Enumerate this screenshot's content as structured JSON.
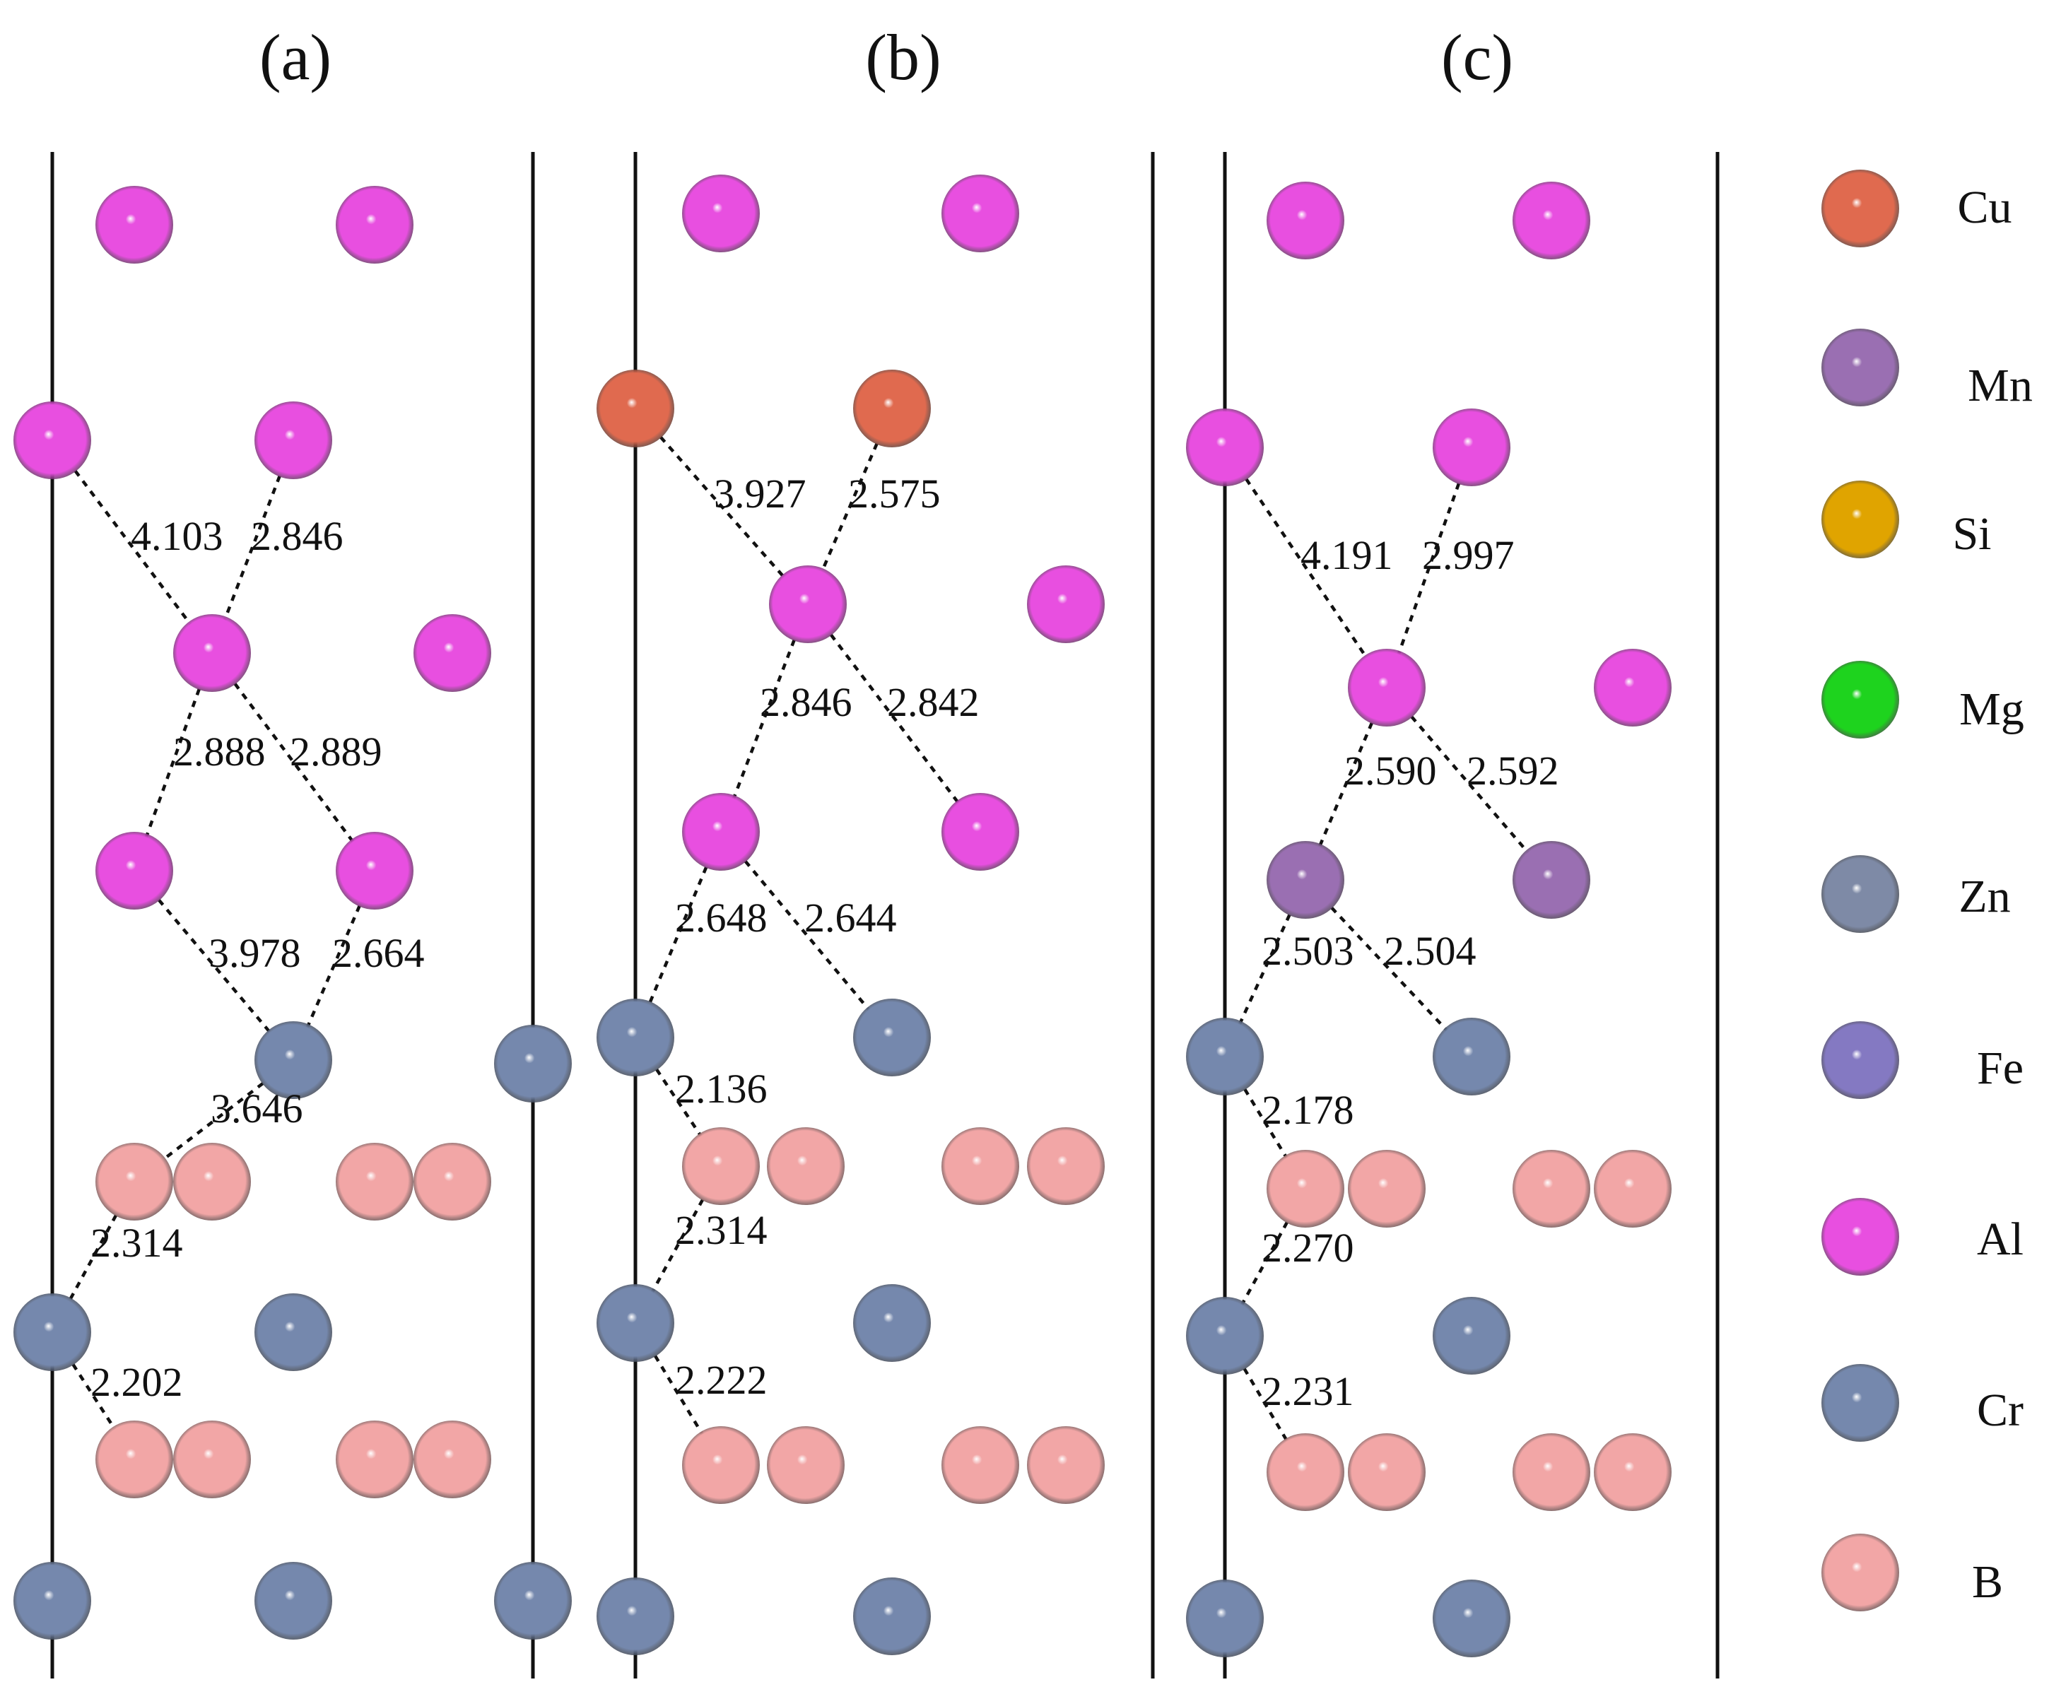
{
  "colors": {
    "Cu": "#e06a4f",
    "Mn": "#9a6fb2",
    "Si": "#e0a400",
    "Mg": "#1ed31e",
    "Zn": "#7e8aa6",
    "Fe": "#8479c2",
    "Al": "#e84fe0",
    "Cr": "#7588ad",
    "B": "#f2a6a6"
  },
  "panels": [
    {
      "label": "(a)",
      "atoms": [
        {
          "el": "Al"
        },
        {
          "el": "Al"
        },
        {
          "el": "Al"
        },
        {
          "el": "Al"
        },
        {
          "el": "Al"
        },
        {
          "el": "Al"
        },
        {
          "el": "Al"
        },
        {
          "el": "Al"
        },
        {
          "el": "Cr"
        },
        {
          "el": "Cr"
        },
        {
          "el": "B"
        },
        {
          "el": "B"
        },
        {
          "el": "B"
        },
        {
          "el": "B"
        },
        {
          "el": "Cr"
        },
        {
          "el": "Cr"
        },
        {
          "el": "B"
        },
        {
          "el": "B"
        },
        {
          "el": "B"
        },
        {
          "el": "B"
        },
        {
          "el": "Cr"
        },
        {
          "el": "Cr"
        },
        {
          "el": "Cr"
        }
      ],
      "distances": [
        "4.103",
        "2.846",
        "2.888",
        "2.889",
        "3.978",
        "2.664",
        "3.646",
        "2.314",
        "2.202"
      ]
    },
    {
      "label": "(b)",
      "atoms": [
        {
          "el": "Al"
        },
        {
          "el": "Al"
        },
        {
          "el": "Cu"
        },
        {
          "el": "Cu"
        },
        {
          "el": "Al"
        },
        {
          "el": "Al"
        },
        {
          "el": "Al"
        },
        {
          "el": "Al"
        },
        {
          "el": "Cr"
        },
        {
          "el": "Cr"
        },
        {
          "el": "B"
        },
        {
          "el": "B"
        },
        {
          "el": "B"
        },
        {
          "el": "B"
        },
        {
          "el": "Cr"
        },
        {
          "el": "Cr"
        },
        {
          "el": "B"
        },
        {
          "el": "B"
        },
        {
          "el": "B"
        },
        {
          "el": "B"
        },
        {
          "el": "Cr"
        },
        {
          "el": "Cr"
        }
      ],
      "distances": [
        "3.927",
        "2.575",
        "2.846",
        "2.842",
        "2.648",
        "2.644",
        "2.136",
        "2.314",
        "2.222"
      ]
    },
    {
      "label": "(c)",
      "atoms": [
        {
          "el": "Al"
        },
        {
          "el": "Al"
        },
        {
          "el": "Al"
        },
        {
          "el": "Al"
        },
        {
          "el": "Al"
        },
        {
          "el": "Al"
        },
        {
          "el": "Mn"
        },
        {
          "el": "Mn"
        },
        {
          "el": "Cr"
        },
        {
          "el": "Cr"
        },
        {
          "el": "B"
        },
        {
          "el": "B"
        },
        {
          "el": "B"
        },
        {
          "el": "B"
        },
        {
          "el": "Cr"
        },
        {
          "el": "Cr"
        },
        {
          "el": "B"
        },
        {
          "el": "B"
        },
        {
          "el": "B"
        },
        {
          "el": "B"
        },
        {
          "el": "Cr"
        },
        {
          "el": "Cr"
        }
      ],
      "distances": [
        "4.191",
        "2.997",
        "2.590",
        "2.592",
        "2.503",
        "2.504",
        "2.178",
        "2.270",
        "2.231"
      ]
    }
  ],
  "legend": [
    {
      "el": "Cu",
      "label": "Cu"
    },
    {
      "el": "Mn",
      "label": "Mn"
    },
    {
      "el": "Si",
      "label": "Si"
    },
    {
      "el": "Mg",
      "label": "Mg"
    },
    {
      "el": "Zn",
      "label": "Zn"
    },
    {
      "el": "Fe",
      "label": "Fe"
    },
    {
      "el": "Al",
      "label": "Al"
    },
    {
      "el": "Cr",
      "label": "Cr"
    },
    {
      "el": "B",
      "label": "B"
    }
  ]
}
